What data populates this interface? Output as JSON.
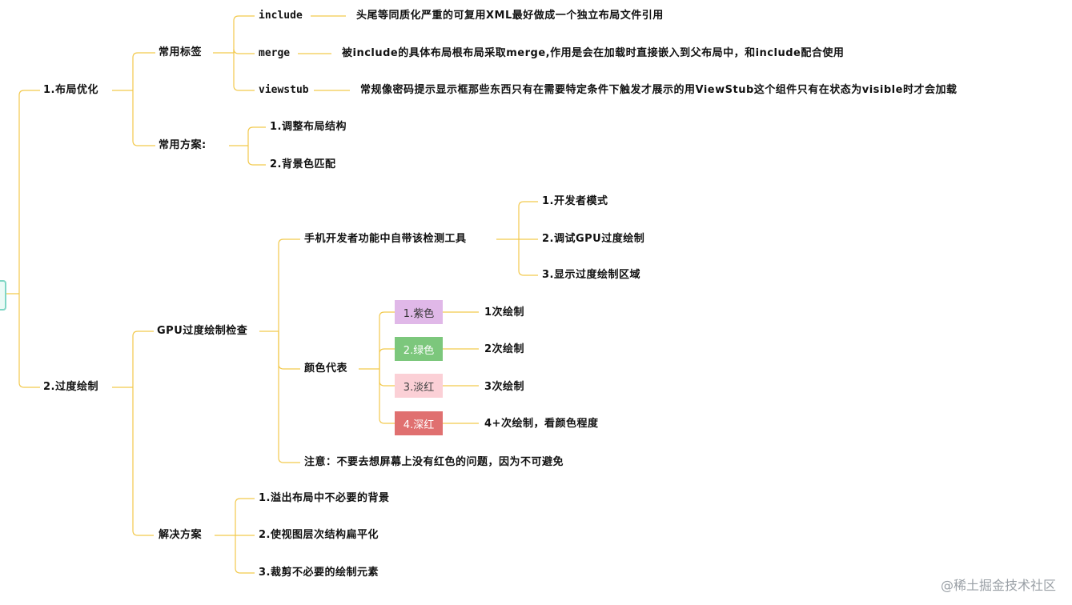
{
  "nodes": {
    "layout_opt": "1.布局优化",
    "common_tags": "常用标签",
    "include": "include",
    "include_desc": "头尾等同质化严重的可复用XML最好做成一个独立布局文件引用",
    "merge": "merge",
    "merge_desc": "被include的具体布局根布局采取merge,作用是会在加载时直接嵌入到父布局中，和include配合使用",
    "viewstub": "viewstub",
    "viewstub_desc": "常规像密码提示显示框那些东西只有在需要特定条件下触发才展示的用ViewStub这个组件只有在状态为visible时才会加载",
    "common_plans": "常用方案:",
    "plan_1": "1.调整布局结构",
    "plan_2": "2.背景色匹配",
    "overdraw": "2.过度绘制",
    "gpu_check": "GPU过度绘制检查",
    "dev_tools": "手机开发者功能中自带该检测工具",
    "dev_1": "1.开发者模式",
    "dev_2": "2.调试GPU过度绘制",
    "dev_3": "3.显示过度绘制区域",
    "color_meaning": "颜色代表",
    "chip_purple": "1.紫色",
    "chip_green": "2.绿色",
    "chip_pink": "3.淡红",
    "chip_red": "4.深红",
    "draw_1": "1次绘制",
    "draw_2": "2次绘制",
    "draw_3": "3次绘制",
    "draw_4": "4+次绘制，看颜色程度",
    "note": "注意：不要去想屏幕上没有红色的问题，因为不可避免",
    "solutions": "解决方案",
    "sol_1": "1.溢出布局中不必要的背景",
    "sol_2": "2.使视图层次结构扁平化",
    "sol_3": "3.裁剪不必要的绘制元素"
  },
  "watermark": "@稀土掘金技术社区",
  "colors": {
    "connector": "#f2c94c",
    "chip_purple": "#e0b8e8",
    "chip_green": "#7cc77c",
    "chip_pink": "#fbd0d6",
    "chip_red": "#e07070",
    "root_handle": "#7ed6c4"
  }
}
